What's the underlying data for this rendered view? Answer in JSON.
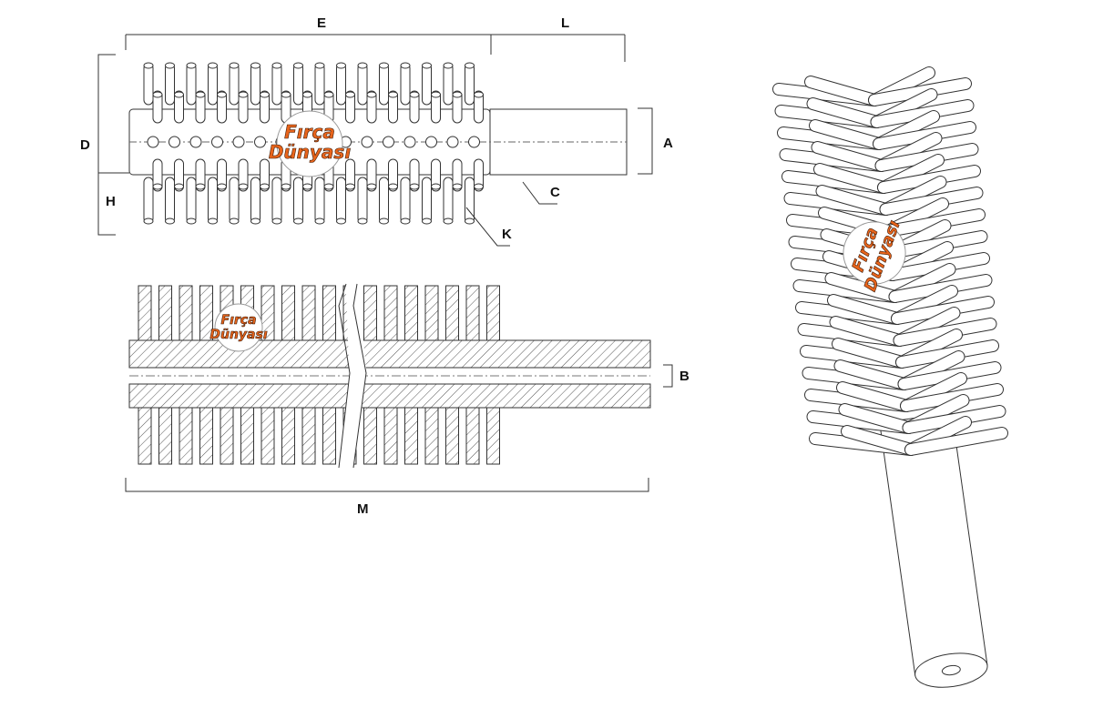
{
  "labels": {
    "E": "E",
    "L": "L",
    "D": "D",
    "H": "H",
    "A": "A",
    "C": "C",
    "K": "K",
    "B": "B",
    "M": "M"
  },
  "watermark": {
    "line1": "Fırça",
    "line2": "Dünyası"
  },
  "colors": {
    "line": "#333333",
    "logo": "#e8641b"
  }
}
